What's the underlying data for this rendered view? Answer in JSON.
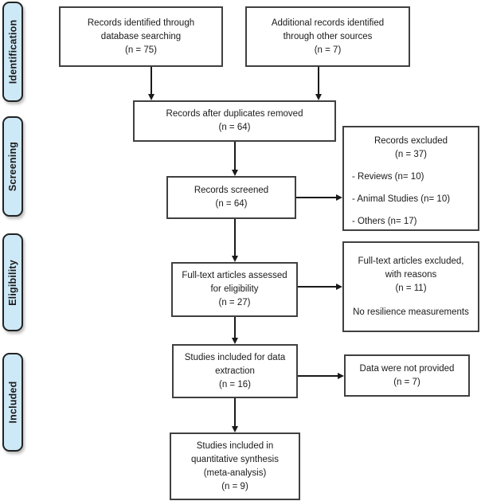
{
  "stages": [
    {
      "label": "Identification"
    },
    {
      "label": "Screening"
    },
    {
      "label": "Eligibility"
    },
    {
      "label": "Included"
    }
  ],
  "boxes": {
    "database_search": {
      "lines": [
        "Records identified through",
        "database searching",
        "(n = 75)"
      ]
    },
    "other_sources": {
      "lines": [
        "Additional records identified",
        "through other sources",
        "(n = 7)"
      ]
    },
    "duplicates_removed": {
      "lines": [
        "Records after duplicates removed",
        "(n = 64)"
      ]
    },
    "records_screened": {
      "lines": [
        "Records screened",
        "(n = 64)"
      ]
    },
    "records_excluded": {
      "header": [
        "Records excluded",
        "(n = 37)"
      ],
      "items": [
        "- Reviews (n= 10)",
        "- Animal Studies (n= 10)",
        "- Others (n= 17)"
      ]
    },
    "fulltext_assessed": {
      "lines": [
        "Full-text articles assessed",
        "for eligibility",
        "(n = 27)"
      ]
    },
    "fulltext_excluded": {
      "header": [
        "Full-text articles excluded,",
        "with reasons",
        "(n = 11)"
      ],
      "reason": "No resilience measurements"
    },
    "data_extraction": {
      "lines": [
        "Studies included for data",
        "extraction",
        "(n = 16)"
      ]
    },
    "data_not_provided": {
      "lines": [
        "Data were not provided",
        "(n = 7)"
      ]
    },
    "quantitative_synthesis": {
      "lines": [
        "Studies included in",
        "quantitative synthesis",
        "(meta-analysis)",
        "(n = 9)"
      ]
    }
  },
  "colors": {
    "stage_fill": "#cde9f7",
    "stage_border": "#222222",
    "box_border": "#404040",
    "text": "#1a1a1a",
    "arrow": "#1a1a1a"
  }
}
